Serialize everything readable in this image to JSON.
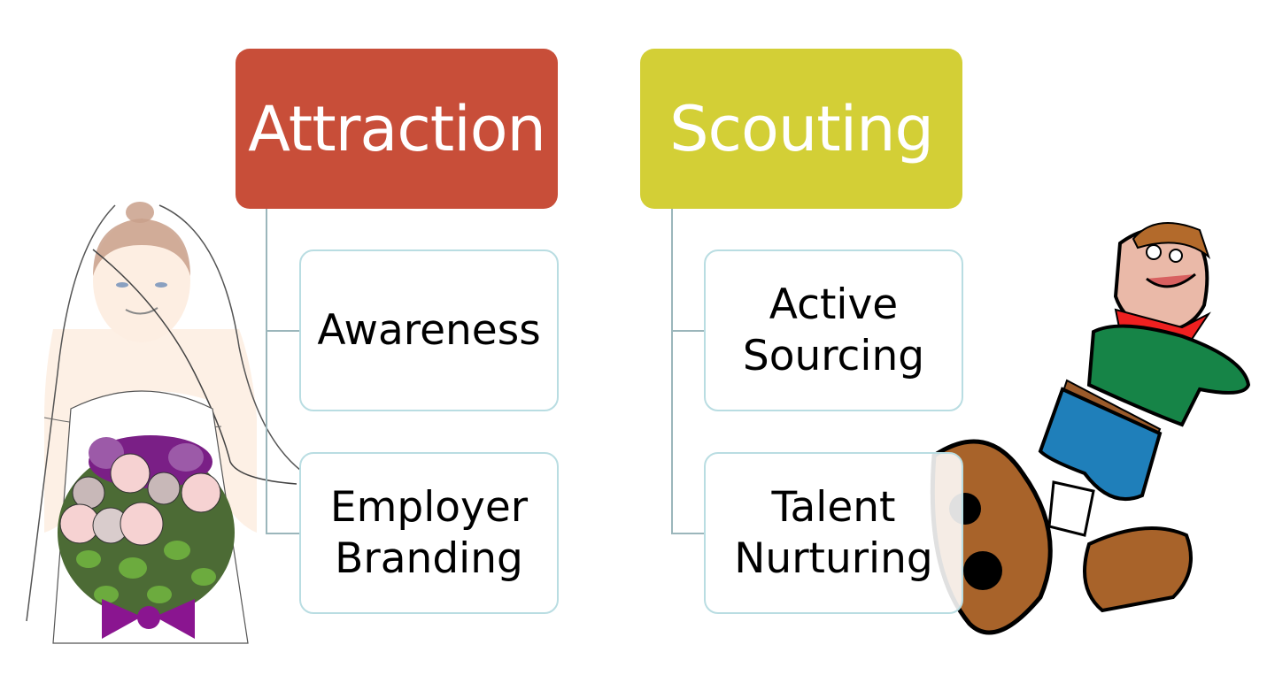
{
  "diagram": {
    "groups": [
      {
        "title": "Attraction",
        "color": "#c84e39",
        "children": [
          {
            "label_lines": [
              "Awareness"
            ]
          },
          {
            "label_lines": [
              "Employer",
              "Branding"
            ]
          }
        ]
      },
      {
        "title": "Scouting",
        "color": "#d3cf36",
        "children": [
          {
            "label_lines": [
              "Active",
              "Sourcing"
            ]
          },
          {
            "label_lines": [
              "Talent",
              "Nurturing"
            ]
          }
        ]
      }
    ],
    "connector_color": "#9bb6bb",
    "child_border_color": "#b9dde2"
  },
  "illustrations": {
    "left": "bride-with-bouquet-illustration",
    "right": "boy-scout-hiker-illustration"
  }
}
